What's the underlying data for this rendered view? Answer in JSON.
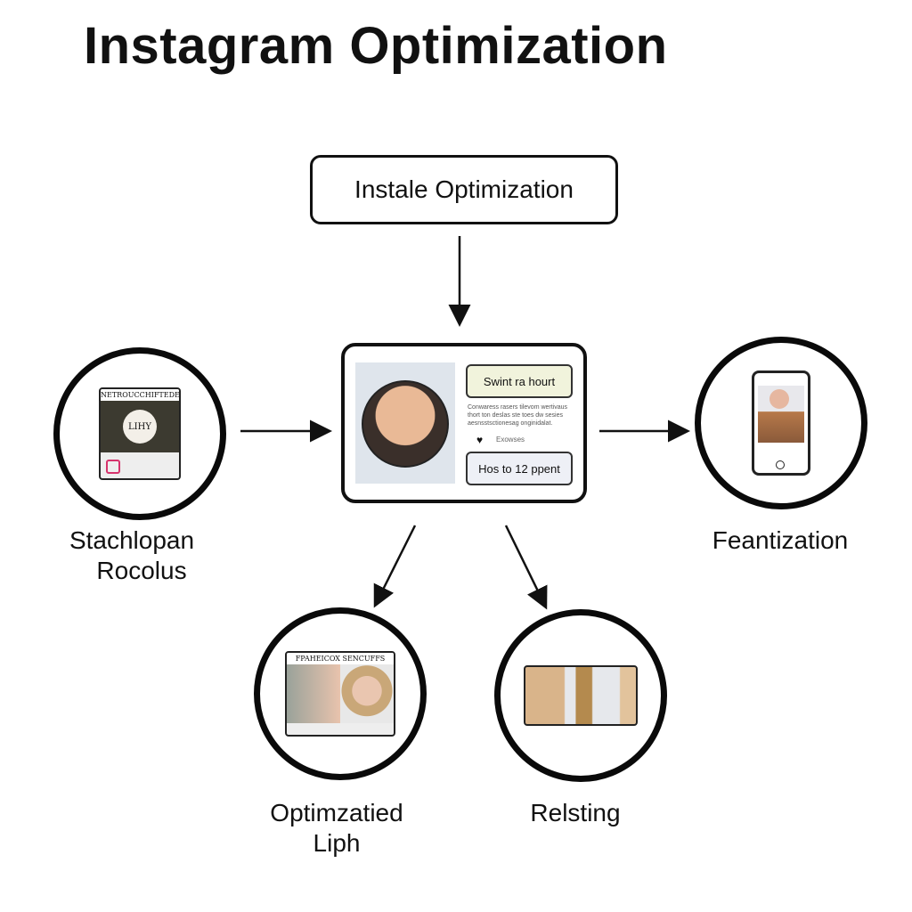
{
  "title": "Instagram Optimization",
  "top_node": "Instale Optimization",
  "center_card": {
    "button_top": "Swint ra hourt",
    "body_text": "Conwaress rasers tilevom wertivaus thort ton deslas ste toes dw sesies aesnsstsctionesag onginidalat.",
    "like_label": "Exowses",
    "button_bottom": "Hos to 12 ppent"
  },
  "nodes": {
    "left": {
      "label_line1": "Stachlopan",
      "label_line2": "Rocolus",
      "thumb_title": "NETROUCCHIFTEDE",
      "thumb_badge": "LIHY"
    },
    "right": {
      "label": "Feantization"
    },
    "bottom_left": {
      "label_line1": "Optimzatied",
      "label_line2": "Liph",
      "thumb_title": "FPAHEICOX SENCUFFS"
    },
    "bottom_right": {
      "label": "Relsting"
    }
  }
}
